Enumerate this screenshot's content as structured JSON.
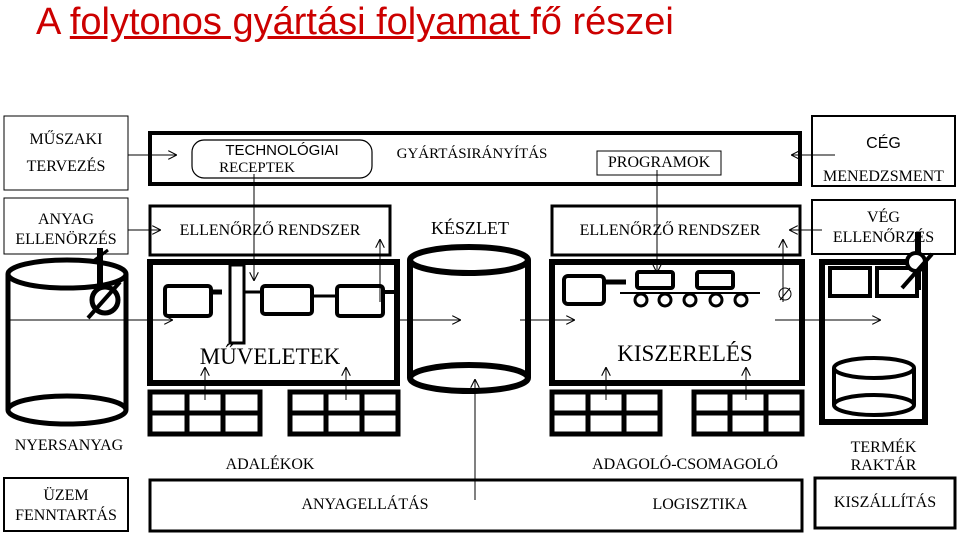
{
  "title": {
    "prefix": "A ",
    "underlined": "folytonos gyártási folyamat ",
    "suffix": "fő részei",
    "color": "#cc0000"
  },
  "left_column": {
    "design_line1": "MŰSZAKI",
    "design_line2": "TERVEZÉS",
    "inspection_line1": "ANYAG",
    "inspection_line2": "ELLENÖRZÉS",
    "raw_material": "NYERSANYAG",
    "maintenance_line1": "ÜZEM",
    "maintenance_line2": "FENNTARTÁS"
  },
  "top_bar": {
    "recipes_line1": "TECHNOLÓGIAI",
    "recipes_line2": "RECEPTEK",
    "production_control": "GYÁRTÁSIRÁNYÍTÁS",
    "programs": "PROGRAMOK"
  },
  "right_column": {
    "management_line1": "CÉG",
    "management_line2": "MENEDZSMENT",
    "final_check_line1": "VÉG",
    "final_check_line2": "ELLENŐRZÉS",
    "product_store_line1": "TERMÉK",
    "product_store_line2": "RAKTÁR",
    "shipping": "KISZÁLLÍTÁS"
  },
  "second_row": {
    "control_left": "ELLENŐRZŐ RENDSZER",
    "stock": "KÉSZLET",
    "control_right": "ELLENŐRZŐ RENDSZER"
  },
  "process": {
    "operations": "MŰVELETEK",
    "packaging": "KISZERELÉS",
    "additives": "ADALÉKOK",
    "feeder_packer": "ADAGOLÓ-CSOMAGOLÓ"
  },
  "bottom_bar": {
    "supply": "ANYAGELLÁTÁS",
    "logistics": "LOGISZTIKA"
  }
}
